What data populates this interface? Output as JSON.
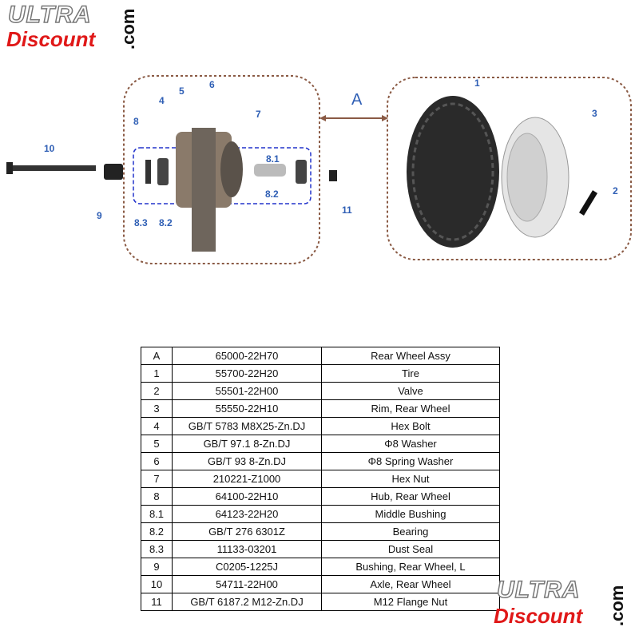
{
  "logo_top": {
    "ultra": "ULTRA",
    "discount": "Discount",
    "com": ".com"
  },
  "logo_bottom": {
    "ultra": "ULTRA",
    "discount": "Discount",
    "com": ".com"
  },
  "diagram": {
    "assembly_label": "A",
    "callouts": [
      {
        "id": "c1",
        "text": "1"
      },
      {
        "id": "c2",
        "text": "2"
      },
      {
        "id": "c3",
        "text": "3"
      },
      {
        "id": "c4",
        "text": "4"
      },
      {
        "id": "c5",
        "text": "5"
      },
      {
        "id": "c6",
        "text": "6"
      },
      {
        "id": "c7",
        "text": "7"
      },
      {
        "id": "c8",
        "text": "8"
      },
      {
        "id": "c81",
        "text": "8.1"
      },
      {
        "id": "c82a",
        "text": "8.2"
      },
      {
        "id": "c82b",
        "text": "8.2"
      },
      {
        "id": "c83",
        "text": "8.3"
      },
      {
        "id": "c9",
        "text": "9"
      },
      {
        "id": "c10",
        "text": "10"
      },
      {
        "id": "c11",
        "text": "11"
      }
    ]
  },
  "parts_table": {
    "rows": [
      [
        "A",
        "65000-22H70",
        "Rear Wheel Assy"
      ],
      [
        "1",
        "55700-22H20",
        "Tire"
      ],
      [
        "2",
        "55501-22H00",
        "Valve"
      ],
      [
        "3",
        "55550-22H10",
        "Rim, Rear Wheel"
      ],
      [
        "4",
        "GB/T 5783 M8X25-Zn.DJ",
        "Hex  Bolt"
      ],
      [
        "5",
        "GB/T  97.1 8-Zn.DJ",
        "Φ8 Washer"
      ],
      [
        "6",
        "GB/T 93 8-Zn.DJ",
        "Φ8 Spring Washer"
      ],
      [
        "7",
        "210221-Z1000",
        "Hex Nut"
      ],
      [
        "8",
        "64100-22H10",
        "Hub, Rear Wheel"
      ],
      [
        "8.1",
        "64123-22H20",
        "Middle Bushing"
      ],
      [
        "8.2",
        "GB/T 276 6301Z",
        "Bearing"
      ],
      [
        "8.3",
        "11133-03201",
        "Dust Seal"
      ],
      [
        "9",
        "C0205-1225J",
        "Bushing, Rear Wheel, L"
      ],
      [
        "10",
        "54711-22H00",
        "Axle, Rear Wheel"
      ],
      [
        "11",
        "GB/T 6187.2 M12-Zn.DJ",
        "M12 Flange Nut"
      ]
    ]
  }
}
